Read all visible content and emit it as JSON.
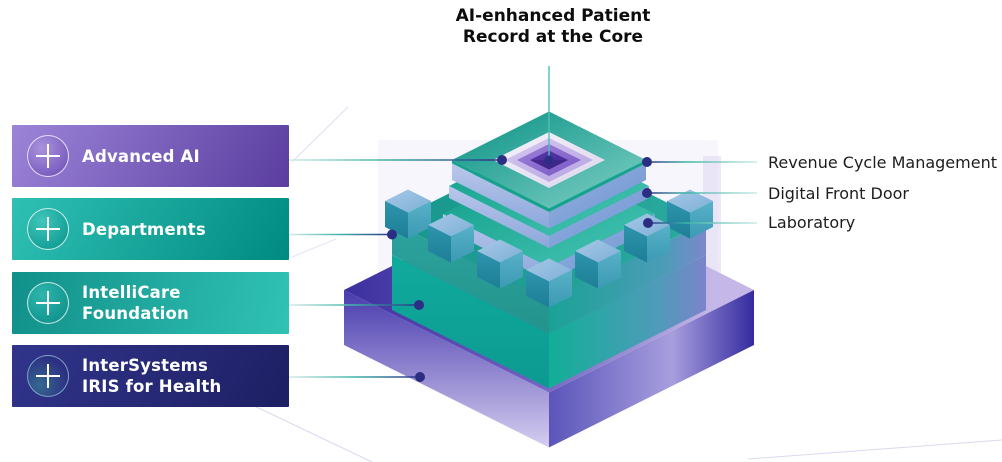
{
  "title": {
    "line1": "AI-enhanced Patient",
    "line2": "Record at the Core"
  },
  "left_boxes": [
    {
      "label": "Advanced AI",
      "icon": "plus-icon",
      "gradient": {
        "angle": "120deg",
        "from": "#9c84d8",
        "to": "#5a3d9f"
      }
    },
    {
      "label": "Departments",
      "icon": "plus-icon",
      "gradient": {
        "angle": "120deg",
        "from": "#2fc0b4",
        "to": "#008a81"
      }
    },
    {
      "label": "IntelliCare\nFoundation",
      "icon": "plus-icon",
      "gradient": {
        "angle": "100deg",
        "from": "#11908a",
        "to": "#30c2b4"
      }
    },
    {
      "label": "InterSystems\nIRIS for Health",
      "icon": "plus-icon",
      "gradient": {
        "angle": "120deg",
        "from": "#31358b",
        "to": "#1d1f63"
      }
    }
  ],
  "right_labels": [
    {
      "text": "Revenue Cycle Management"
    },
    {
      "text": "Digital Front Door"
    },
    {
      "text": "Laboratory"
    }
  ],
  "palette": {
    "teal": "#12a795",
    "deep_teal": "#0a8c82",
    "navy_dot": "#2b2e83",
    "purple_ring": "#8d6fd0",
    "indigo_base": "#463aab",
    "connector_teal": "#3db4a8"
  }
}
